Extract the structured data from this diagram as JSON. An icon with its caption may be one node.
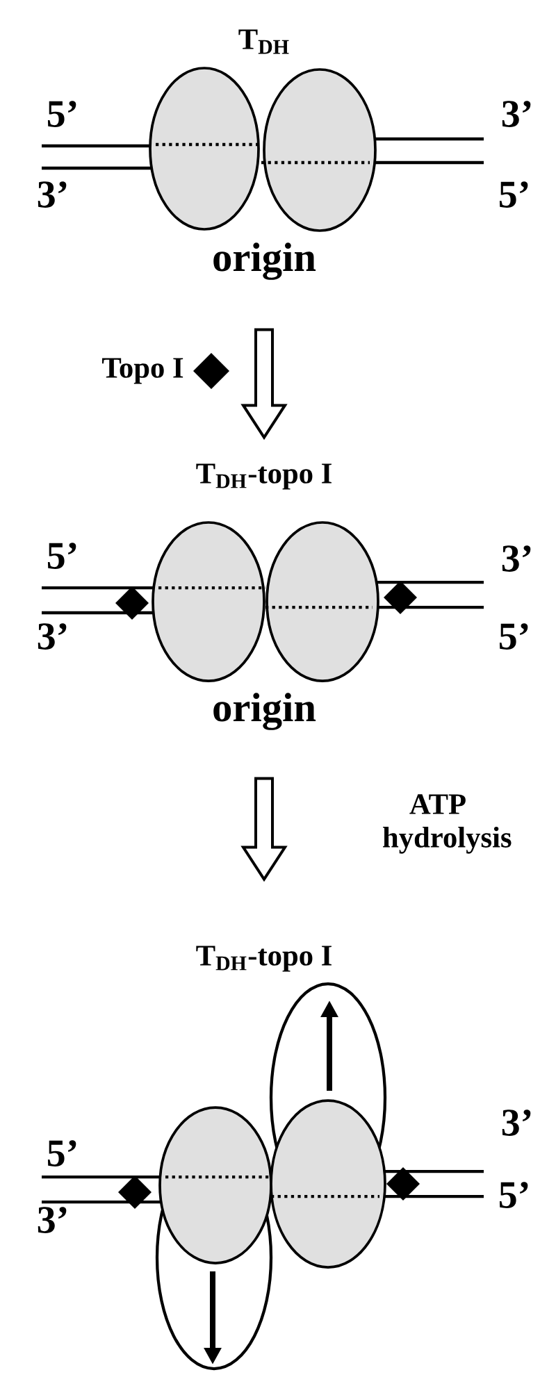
{
  "diagram": {
    "nodes": [
      {
        "text": [
          "T$_{DH}$",
          "origin"
        ]
      },
      {
        "text": [
          "T$_{DH}$-topo I",
          "origin"
        ]
      },
      {
        "text": [
          "T$_{DH}$-topo I"
        ]
      }
    ],
    "edges": [
      {
        "from": 0,
        "to": 1,
        "arrow": "to",
        "label": "Topo I"
      },
      {
        "from": 1,
        "to": 2,
        "arrow": "to",
        "label": "ATP hydrolysis"
      }
    ],
    "labels": [
      "5’",
      "3’",
      "3’",
      "5’",
      "5’",
      "3’",
      "3’",
      "5’",
      "5’",
      "3’",
      "3’",
      "5’"
    ]
  }
}
